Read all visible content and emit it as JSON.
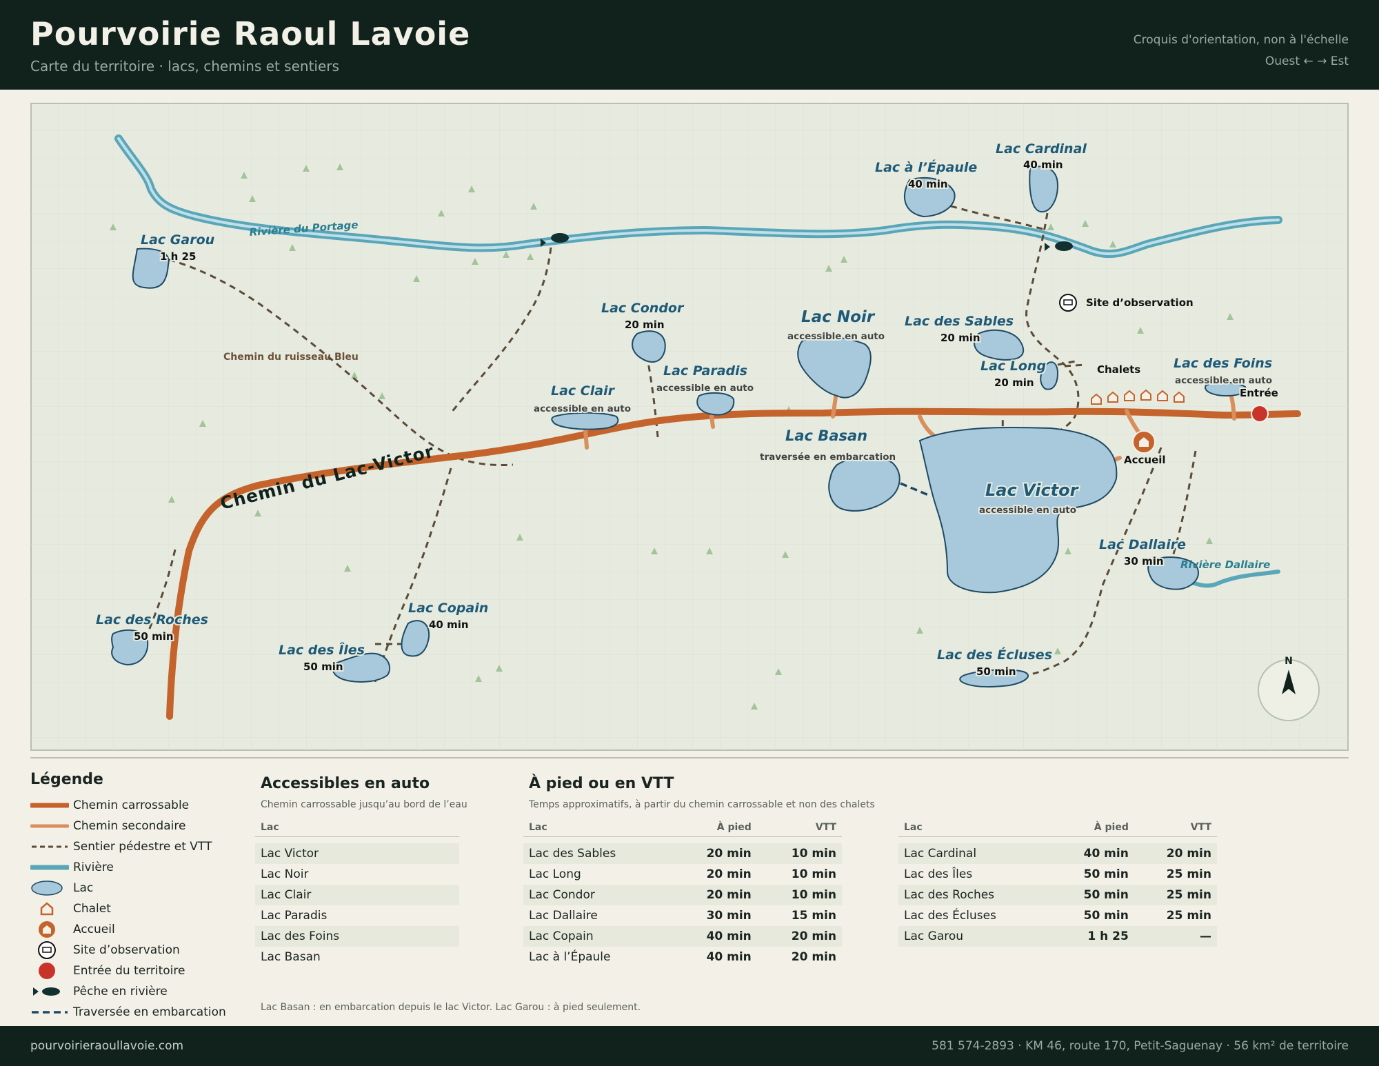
{
  "header": {
    "title": "Pourvoirie Raoul Lavoie",
    "subtitle": "Carte du territoire · lacs, chemins et sentiers",
    "note1": "Croquis d'orientation, non à l'échelle",
    "note2": "Ouest ← → Est"
  },
  "map": {
    "colors": {
      "road": "#c4642c",
      "secondary": "#d98f5c",
      "trail": "#5b4a38",
      "river": "#5aa6b8",
      "lake": "#a8c8dc",
      "entry": "#c8342a",
      "map_bg": "#e7ebdf"
    },
    "road_label": "Chemin du Lac-Victor",
    "trail_label": "Chemin du ruisseau Bleu",
    "rivers": {
      "portage": "Rivière du Portage",
      "dallaire": "Rivière Dallaire"
    },
    "lakes": {
      "garou": {
        "name": "Lac Garou",
        "info": "1 h 25"
      },
      "epaule": {
        "name": "Lac à l’Épaule",
        "info": "40 min"
      },
      "cardinal": {
        "name": "Lac Cardinal",
        "info": "40 min"
      },
      "condor": {
        "name": "Lac Condor",
        "info": "20 min"
      },
      "noir": {
        "name": "Lac Noir",
        "info": "accessible en auto"
      },
      "sables": {
        "name": "Lac des Sables",
        "info": "20 min"
      },
      "long": {
        "name": "Lac Long",
        "info": "20 min"
      },
      "paradis": {
        "name": "Lac Paradis",
        "info": "accessible en auto"
      },
      "clair": {
        "name": "Lac Clair",
        "info": "accessible en auto"
      },
      "foins": {
        "name": "Lac des Foins",
        "info": "accessible en auto"
      },
      "basan": {
        "name": "Lac Basan",
        "info": "traversée en embarcation"
      },
      "victor": {
        "name": "Lac Victor",
        "info": "accessible en auto"
      },
      "dallaire": {
        "name": "Lac Dallaire",
        "info": "30 min"
      },
      "roches": {
        "name": "Lac des Roches",
        "info": "50 min"
      },
      "copain": {
        "name": "Lac Copain",
        "info": "40 min"
      },
      "iles": {
        "name": "Lac des Îles",
        "info": "50 min"
      },
      "ecluses": {
        "name": "Lac des Écluses",
        "info": "50 min"
      }
    },
    "poi": {
      "observation": "Site d’observation",
      "chalets": "Chalets",
      "entree": "Entrée",
      "accueil": "Accueil",
      "north": "N"
    }
  },
  "legend": {
    "title": "Légende",
    "items": [
      {
        "label": "Chemin carrossable"
      },
      {
        "label": "Chemin secondaire"
      },
      {
        "label": "Sentier pédestre et VTT"
      },
      {
        "label": "Rivière"
      },
      {
        "label": "Lac"
      },
      {
        "label": "Chalet"
      },
      {
        "label": "Accueil"
      },
      {
        "label": "Site d’observation"
      },
      {
        "label": "Entrée du territoire"
      },
      {
        "label": "Pêche en rivière"
      },
      {
        "label": "Traversée en embarcation"
      }
    ]
  },
  "auto": {
    "title": "Accessibles en auto",
    "subtitle": "Chemin carrossable jusqu’au bord de l’eau",
    "col": "Lac",
    "rows": [
      "Lac Victor",
      "Lac Noir",
      "Lac Clair",
      "Lac Paradis",
      "Lac des Foins",
      "Lac Basan"
    ]
  },
  "foot": {
    "title": "À pied ou en VTT",
    "subtitle": "Temps approximatifs, à partir du chemin carrossable et non des chalets",
    "cols": {
      "lac": "Lac",
      "pied": "À pied",
      "vtt": "VTT"
    },
    "rows1": [
      {
        "lac": "Lac des Sables",
        "pied": "20 min",
        "vtt": "10 min"
      },
      {
        "lac": "Lac Long",
        "pied": "20 min",
        "vtt": "10 min"
      },
      {
        "lac": "Lac Condor",
        "pied": "20 min",
        "vtt": "10 min"
      },
      {
        "lac": "Lac Dallaire",
        "pied": "30 min",
        "vtt": "15 min"
      },
      {
        "lac": "Lac Copain",
        "pied": "40 min",
        "vtt": "20 min"
      },
      {
        "lac": "Lac à l’Épaule",
        "pied": "40 min",
        "vtt": "20 min"
      }
    ],
    "rows2": [
      {
        "lac": "Lac Cardinal",
        "pied": "40 min",
        "vtt": "20 min"
      },
      {
        "lac": "Lac des Îles",
        "pied": "50 min",
        "vtt": "25 min"
      },
      {
        "lac": "Lac des Roches",
        "pied": "50 min",
        "vtt": "25 min"
      },
      {
        "lac": "Lac des Écluses",
        "pied": "50 min",
        "vtt": "25 min"
      },
      {
        "lac": "Lac Garou",
        "pied": "1 h 25",
        "vtt": "—"
      }
    ]
  },
  "footnote": "Lac Basan : en embarcation depuis le lac Victor. Lac Garou : à pied seulement.",
  "footer": {
    "website": "pourvoirieraoullavoie.com",
    "contact": "581 574-2893 · KM 46, route 170, Petit-Saguenay · 56 km² de territoire"
  }
}
